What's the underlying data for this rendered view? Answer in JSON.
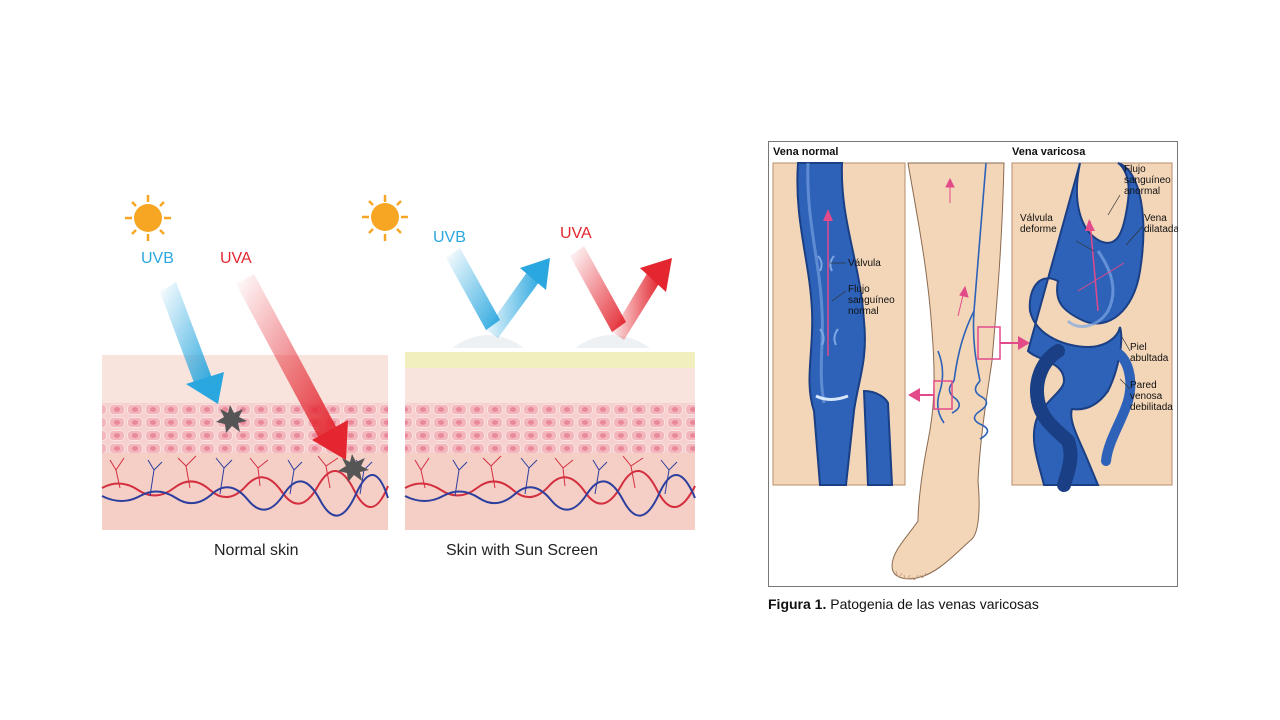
{
  "left_panel": {
    "uvb_label": "UVB",
    "uva_label": "UVA",
    "normal_caption": "Normal skin",
    "sunscreen_caption": "Skin with Sun Screen",
    "colors": {
      "uvb": "#2aa7df",
      "uva": "#e3262f",
      "sun": "#f6a623",
      "vessel_red": "#d32f3f",
      "vessel_blue": "#2c3e9e"
    }
  },
  "figure": {
    "title_left": "Vena normal",
    "title_right": "Vena varicosa",
    "labels": {
      "valvula": "Válvula",
      "flujo_normal": [
        "Flujo",
        "sanguíneo",
        "normal"
      ],
      "flujo_anormal": [
        "Flujo",
        "sanguíneo",
        "anormal"
      ],
      "valvula_deforme": [
        "Válvula",
        "deforme"
      ],
      "vena_dilatada": [
        "Vena",
        "dilatada"
      ],
      "piel_abultada": [
        "Piel",
        "abultada"
      ],
      "pared_venosa": [
        "Pared",
        "venosa",
        "debilitada"
      ]
    },
    "caption_bold": "Figura 1.",
    "caption_text": " Patogenia de las venas varicosas"
  }
}
